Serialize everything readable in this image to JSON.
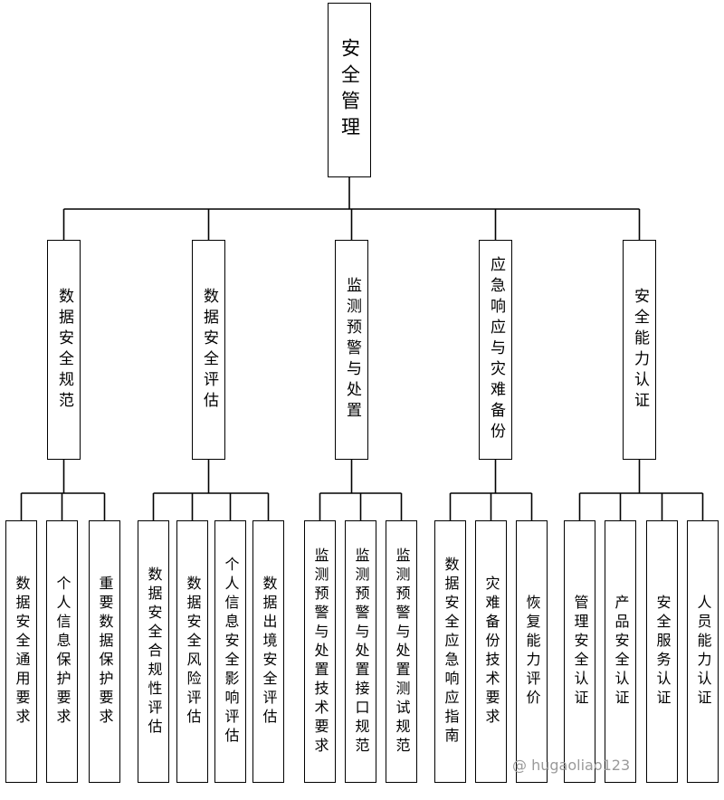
{
  "root": {
    "label": "安全管理"
  },
  "categories": [
    {
      "label": "数据安全规范",
      "children": [
        "数据安全通用要求",
        "个人信息保护要求",
        "重要数据保护要求"
      ]
    },
    {
      "label": "数据安全评估",
      "children": [
        "数据安全合规性评估",
        "数据安全风险评估",
        "个人信息安全影响评估",
        "数据出境安全评估"
      ]
    },
    {
      "label": "监测预警与处置",
      "children": [
        "监测预警与处置技术要求",
        "监测预警与处置接口规范",
        "监测预警与处置测试规范"
      ]
    },
    {
      "label": "应急响应与灾难备份",
      "children": [
        "数据安全应急响应指南",
        "灾难备份技术要求",
        "恢复能力评价"
      ]
    },
    {
      "label": "安全能力认证",
      "children": [
        "管理安全认证",
        "产品安全认证",
        "安全服务认证",
        "人员能力认证"
      ]
    }
  ],
  "watermark": "@ hugaoliao123"
}
